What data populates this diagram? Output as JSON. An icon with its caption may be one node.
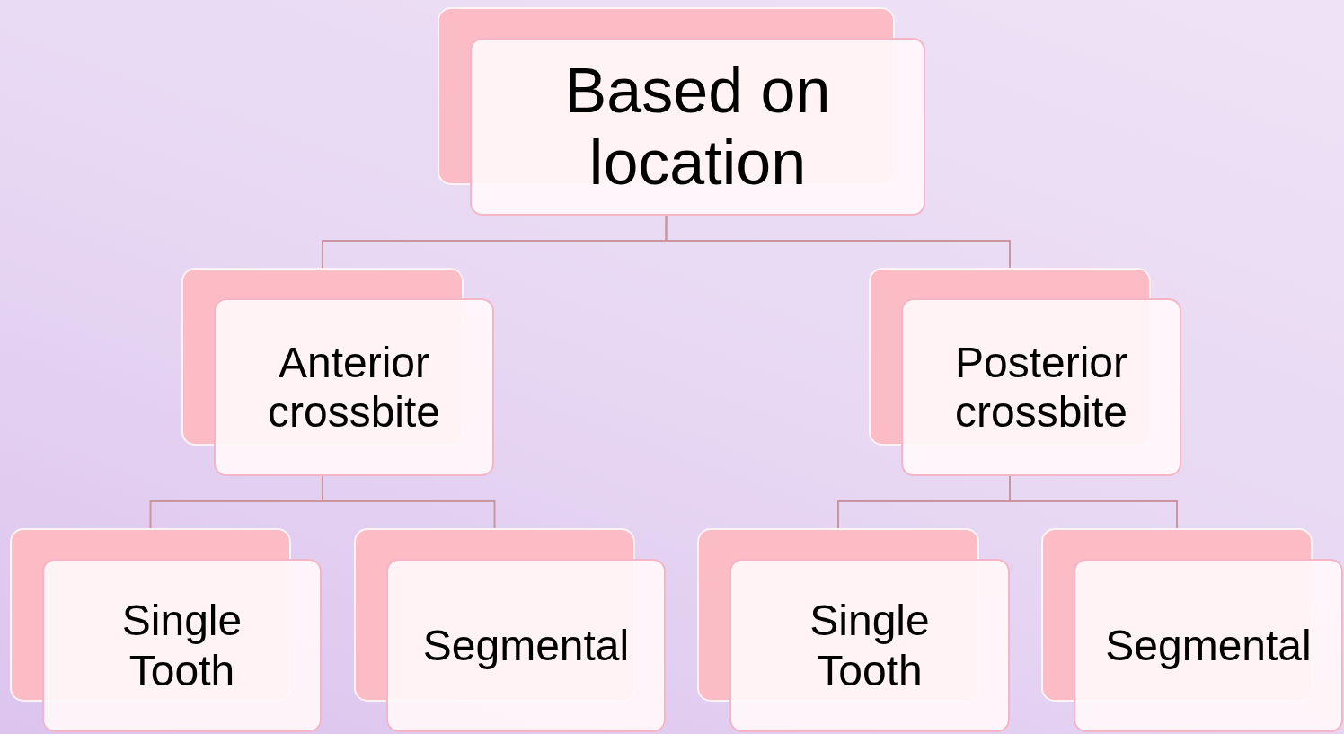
{
  "diagram": {
    "nodes": [
      {
        "text": [
          "Based on location"
        ]
      },
      {
        "text": [
          "Anterior crossbite"
        ]
      },
      {
        "text": [
          "Posterior crossbite"
        ]
      },
      {
        "text": [
          "Single Tooth"
        ]
      },
      {
        "text": [
          "Segmental"
        ]
      },
      {
        "text": [
          "Single Tooth"
        ]
      },
      {
        "text": [
          "Segmental"
        ]
      }
    ],
    "edges": [
      {
        "from": 0,
        "to": 1,
        "arrow": "none"
      },
      {
        "from": 0,
        "to": 2,
        "arrow": "none"
      },
      {
        "from": 1,
        "to": 3,
        "arrow": "none"
      },
      {
        "from": 1,
        "to": 4,
        "arrow": "none"
      },
      {
        "from": 2,
        "to": 5,
        "arrow": "none"
      },
      {
        "from": 2,
        "to": 6,
        "arrow": "none"
      }
    ]
  }
}
